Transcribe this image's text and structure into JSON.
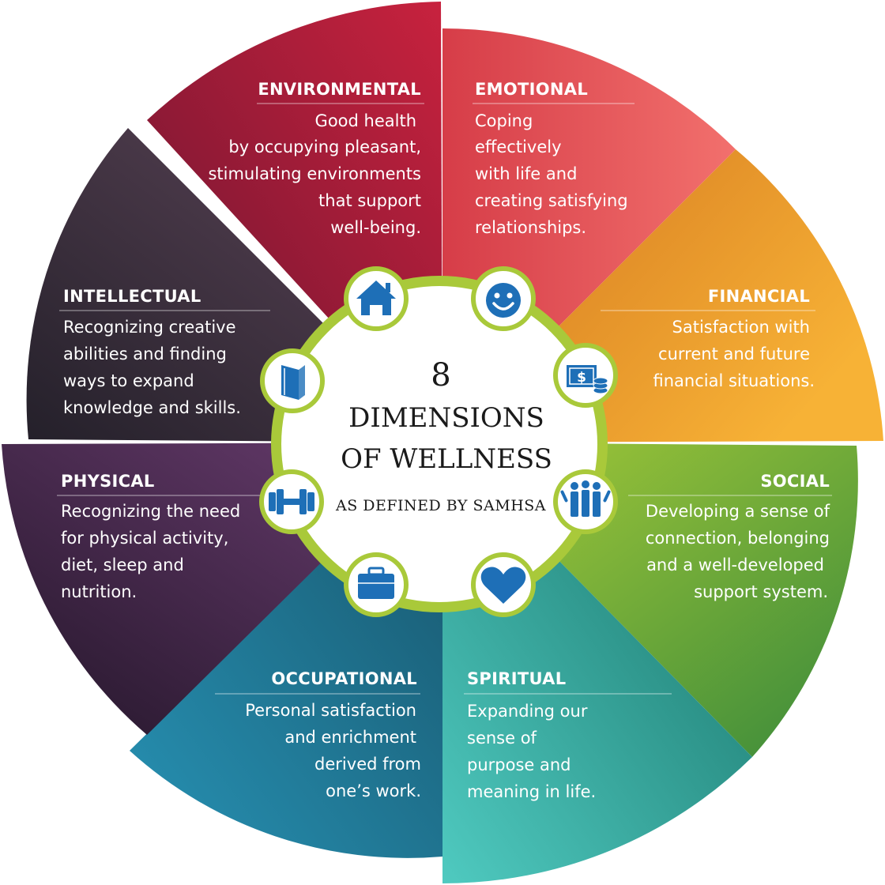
{
  "center": {
    "number": "8",
    "title_line1": "DIMENSIONS",
    "title_line2": "OF WELLNESS",
    "subtitle": "AS DEFINED BY SAMHSA"
  },
  "dimensions": [
    {
      "key": "environmental",
      "title": "ENVIRONMENTAL",
      "lines": [
        "Good health",
        "by occupying pleasant,",
        "stimulating environments",
        "that support",
        "well-being."
      ],
      "icon": "house-icon",
      "color_dark": "#7a1632",
      "color_light": "#c2223f"
    },
    {
      "key": "emotional",
      "title": "EMOTIONAL",
      "lines": [
        "Coping",
        "effectively",
        "with life and",
        "creating satisfying",
        "relationships."
      ],
      "icon": "smiley-face-icon",
      "color_dark": "#d9404b",
      "color_light": "#f06a6c"
    },
    {
      "key": "financial",
      "title": "FINANCIAL",
      "lines": [
        "Satisfaction with",
        "current and future",
        "financial situations."
      ],
      "icon": "money-icon",
      "color_dark": "#d3781e",
      "color_light": "#f5ac35"
    },
    {
      "key": "social",
      "title": "SOCIAL",
      "lines": [
        "Developing a sense of",
        "connection, belonging",
        "and a well-developed",
        "support system."
      ],
      "icon": "people-group-icon",
      "color_dark": "#3f8e3c",
      "color_light": "#a3c93a"
    },
    {
      "key": "spiritual",
      "title": "SPIRITUAL",
      "lines": [
        "Expanding our",
        "sense of",
        "purpose and",
        "meaning in life."
      ],
      "icon": "heart-icon",
      "color_dark": "#1d7f76",
      "color_light": "#4cc6bd"
    },
    {
      "key": "occupational",
      "title": "OCCUPATIONAL",
      "lines": [
        "Personal satisfaction",
        "and enrichment",
        "derived from",
        "one’s work."
      ],
      "icon": "briefcase-icon",
      "color_dark": "#1a5870",
      "color_light": "#2690b2"
    },
    {
      "key": "physical",
      "title": "PHYSICAL",
      "lines": [
        "Recognizing the need",
        "for physical activity,",
        "diet, sleep and",
        "nutrition."
      ],
      "icon": "dumbbell-icon",
      "color_dark": "#2e1a30",
      "color_light": "#623a6a"
    },
    {
      "key": "intellectual",
      "title": "INTELLECTUAL",
      "lines": [
        "Recognizing creative",
        "abilities and finding",
        "ways to expand",
        "knowledge and skills."
      ],
      "icon": "book-icon",
      "color_dark": "#2b2230",
      "color_light": "#5a4558"
    }
  ],
  "colors": {
    "icon_blue": "#1e6fb7",
    "ring_green": "#a9c93a",
    "center_fill": "#ffffff"
  }
}
